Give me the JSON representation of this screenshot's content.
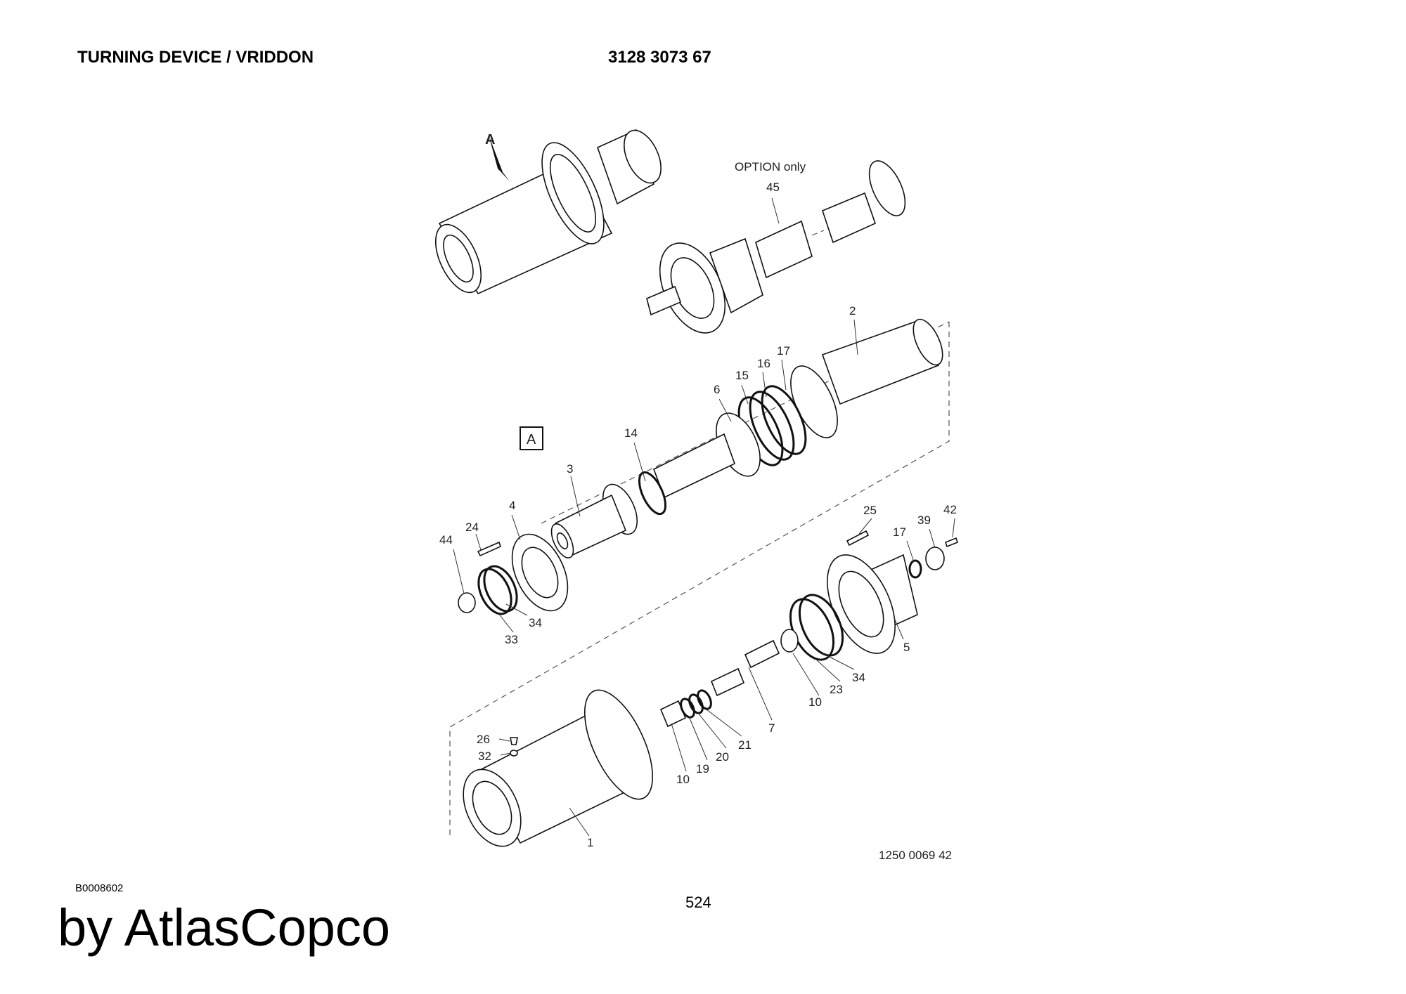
{
  "header": {
    "title": "TURNING DEVICE / VRIDDON",
    "part_number": "3128 3073 67"
  },
  "footer": {
    "reference": "B0008602",
    "page_number": "524",
    "brand": "by AtlasCopco"
  },
  "drawing": {
    "view_arrow_label": "A",
    "view_box_label": "A",
    "option_note": "OPTION only",
    "drawing_number": "1250 0069 42",
    "callouts": [
      "45",
      "2",
      "17",
      "16",
      "15",
      "6",
      "14",
      "3",
      "4",
      "24",
      "44",
      "34",
      "33",
      "25",
      "17",
      "39",
      "42",
      "5",
      "34",
      "23",
      "10",
      "7",
      "21",
      "20",
      "19",
      "10",
      "26",
      "32",
      "1"
    ]
  }
}
